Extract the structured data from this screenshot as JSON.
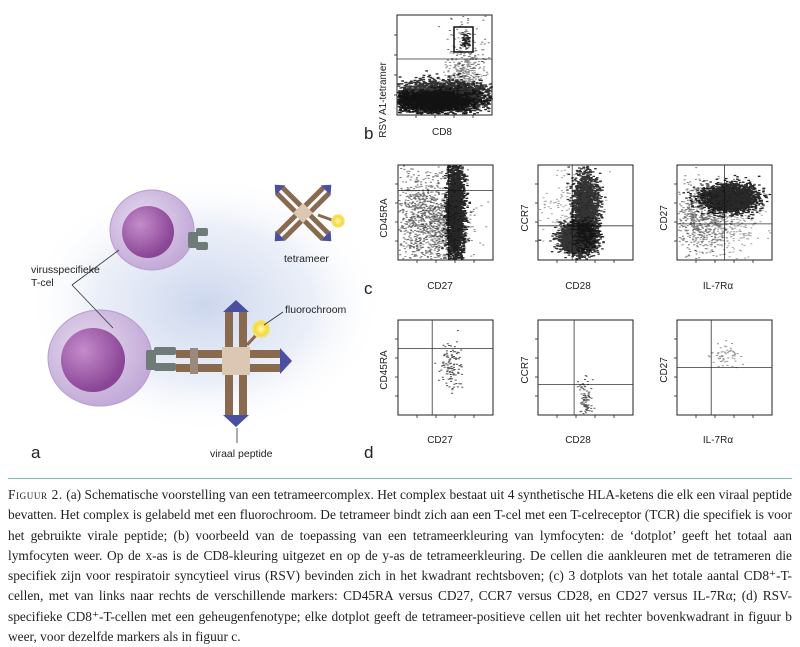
{
  "panels": {
    "a": {
      "letter": "a",
      "labels": {
        "tcell_line1": "virusspecifieke",
        "tcell_line2": "T-cel",
        "tetramer": "tetrameer",
        "fluorochrome": "fluorochroom",
        "peptide": "viraal peptide"
      },
      "colors": {
        "cell_membrane": "#c3aad8",
        "cell_nucleus": "#9a5aa6",
        "receptor": "#6f7b76",
        "hla_chain": "#8a6a4e",
        "core": "#dcc7b2",
        "peptide": "#4a4fa0",
        "fluorochrome": "#f4d21a",
        "background_glow": "#c9d4ec"
      }
    },
    "b": {
      "letter": "b",
      "xlabel": "CD8",
      "ylabel": "RSV A1-tetramer"
    },
    "c": {
      "letter": "c",
      "plots": [
        {
          "xlabel": "CD27",
          "ylabel": "CD45RA"
        },
        {
          "xlabel": "CD28",
          "ylabel": "CCR7"
        },
        {
          "xlabel": "IL-7Rα",
          "ylabel": "CD27"
        }
      ]
    },
    "d": {
      "letter": "d",
      "plots": [
        {
          "xlabel": "CD27",
          "ylabel": "CD45RA"
        },
        {
          "xlabel": "CD28",
          "ylabel": "CCR7"
        },
        {
          "xlabel": "IL-7Rα",
          "ylabel": "CD27"
        }
      ]
    }
  },
  "caption": {
    "label": "Figuur 2.",
    "text": "(a) Schematische voorstelling van een tetrameercomplex. Het complex bestaat uit 4 synthetische HLA-ketens die elk een viraal peptide bevatten. Het complex is gelabeld met een fluorochroom. De tetrameer bindt zich aan een T-cel met een T-celreceptor (TCR) die specifiek is voor het gebruikte virale peptide; (b) voorbeeld van de toepassing van een tetrameerkleuring van lymfocyten: de ‘dotplot’ geeft het totaal aan lymfocyten weer. Op de x-as is de CD8-kleuring uitgezet en op de y-as de tetrameerkleuring. De cellen die aankleuren met de tetrameren die specifiek zijn voor respiratoir syncytieel virus (RSV) bevinden zich in het kwadrant rechtsboven; (c) 3 dotplots van het totale aantal CD8⁺-T-cellen, met van links naar rechts de verschillende markers: CD45RA versus CD27, CCR7 versus CD28, en CD27 versus IL-7Rα; (d) RSV-specifieke CD8⁺-T-cellen met een geheugenfenotype; elke dotplot geeft de tetrameer-positieve cellen uit het rechter bovenkwadrant in figuur b weer, voor dezelfde markers als in figuur c."
  }
}
